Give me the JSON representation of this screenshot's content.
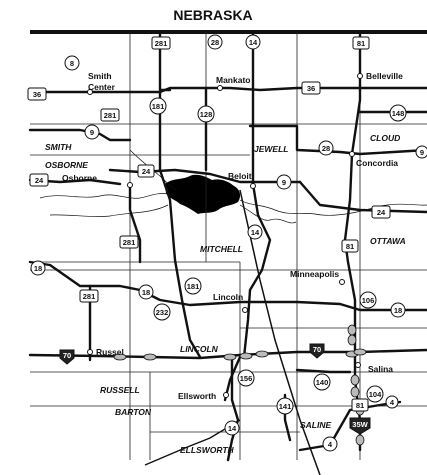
{
  "map": {
    "state_label": "NEBRASKA",
    "counties": [
      "SMITH",
      "OSBORNE",
      "JEWELL",
      "CLOUD",
      "MITCHELL",
      "OTTAWA",
      "LINCOLN",
      "RUSSELL",
      "BARTON",
      "SALINE",
      "ELLSWORTH"
    ],
    "cities": [
      "Smith",
      "Center",
      "Mankato",
      "Belleville",
      "Concordia",
      "Osborne",
      "Beloit",
      "Minneapolis",
      "Lincoln",
      "Russel",
      "Salina",
      "Ellsworth"
    ],
    "route_shields": [
      "8",
      "281",
      "28",
      "14",
      "81",
      "36",
      "36",
      "281",
      "181",
      "128",
      "148",
      "9",
      "28",
      "9",
      "24",
      "24",
      "24",
      "9",
      "14",
      "81",
      "281",
      "18",
      "181",
      "18",
      "281",
      "232",
      "106",
      "18",
      "70",
      "70",
      "156",
      "140",
      "104",
      "4",
      "141",
      "14",
      "4",
      "81",
      "35W"
    ]
  }
}
